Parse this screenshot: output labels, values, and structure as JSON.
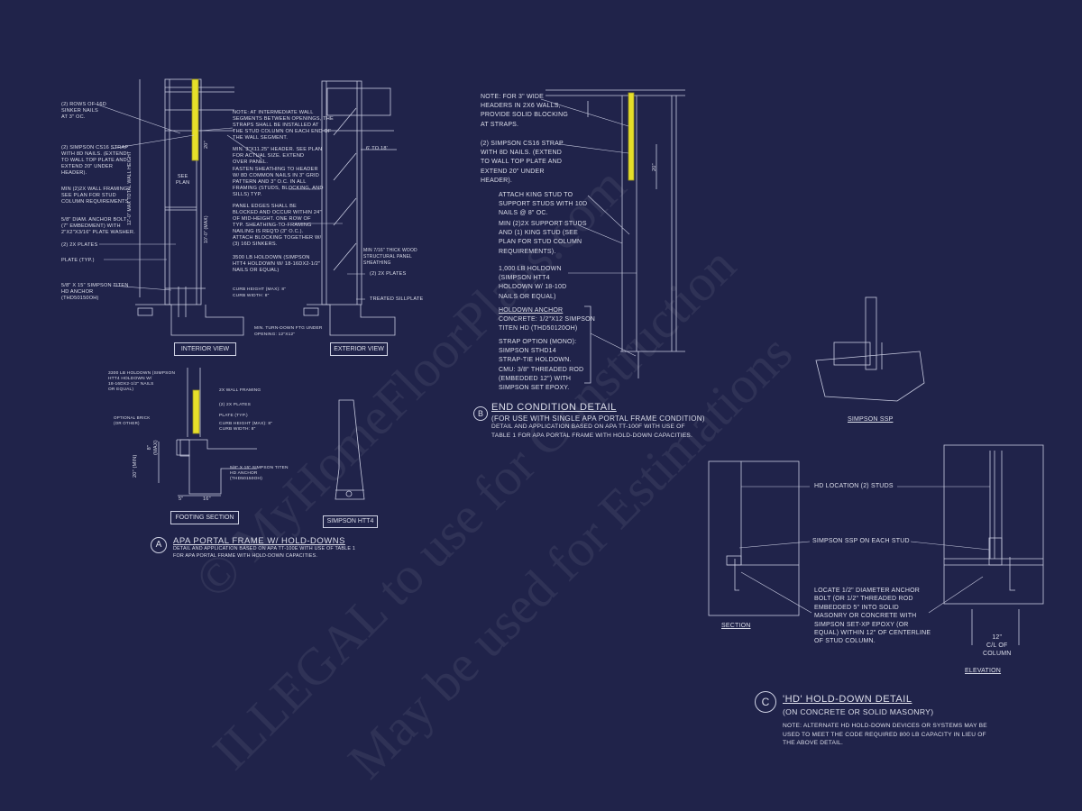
{
  "colors": {
    "background": "#20234a",
    "lines": "#c8cbe0",
    "strap": "#e6df2a"
  },
  "watermark": {
    "line1": "© MyHomeFloorPlans.com",
    "line2": "ILLEGAL to use for Construction",
    "line3": "May be used for Estimations"
  },
  "detail_a": {
    "interior": {
      "rows_nails": "(2) ROWS OF 16d\nSINKER NAILS\nAT 3\" OC.",
      "cs16": "(2) SIMPSON CS16 STRAP\nWITH 8d NAILS. (EXTEND\nTO WALL TOP PLATE AND\nEXTEND 20\" UNDER\nHEADER).",
      "min_framing": "MIN (2)2X WALL FRAMING.\nSEE PLAN FOR STUD\nCOLUMN REQUIREMENTS.",
      "anchor_bolt": "5/8\" DIAM. ANCHOR BOLT\n(7\" EMBEDMENT) WITH\n2\"x2\"x3/16\" PLATE WASHER.",
      "plates": "(2) 2x PLATES",
      "plate_typ": "PLATE (TYP.)",
      "titen": "5/8\" x 15\" SIMPSON TITEN\nHD ANCHOR\n(THD50150OH)",
      "note": "NOTE: AT INTERMEDIATE WALL\nSEGMENTS BETWEEN OPENINGS, THE\nSTRAPS SHALL BE INSTALLED AT\nTHE STUD COLUMN ON EACH END OF\nTHE WALL SEGMENT.",
      "header": "MIN. 3\"x11.25\" HEADER. SEE PLAN\nFOR ACTUAL SIZE. EXTEND\nOVER PANEL.",
      "fasten": "FASTEN SHEATHING TO HEADER\nW/ 8d COMMON NAILS IN 3\" GRID\nPATTERN AND 3\" O.C. IN ALL\nFRAMING (STUDS, BLOCKING, AND\nSILLS) TYP.",
      "panel_edges": "PANEL EDGES SHALL BE\nBLOCKED AND OCCUR WITHIN 24\"\nOF MID-HEIGHT.  ONE ROW OF\nTYP. SHEATHING-TO-FRAMING\nNAILING IS REQ'D (3\" O.C.).\nATTACH BLOCKING TOGETHER W/\n(3) 16d SINKERS.",
      "holdown": "3500 LB HOLDOWN (SIMPSON\nHTT4 HOLDOWN W/ 18-16dx2-1/2\"\nNAILS OR EQUAL)",
      "curb": "CURB HEIGHT (MAX): 8\"\nCURB WIDTH: 8\"",
      "turn_down": "MIN. TURN-DOWN FTG UNDER\nOPENING: 12\"x12\"",
      "dim_total": "12'-0\" MAX TOTAL WALL HEIGHT",
      "dim_10": "10'-0\" (MAX)",
      "dim_20": "20\"",
      "see_plan": "SEE\nPLAN",
      "label": "INTERIOR VIEW"
    },
    "exterior": {
      "range": "6' TO 18'",
      "sheathing": "MIN 7/16\" THICK WOOD\nSTRUCTURAL PANEL\nSHEATHING",
      "plates": "(2) 2x PLATES",
      "sill": "TREATED SILLPLATE",
      "label": "EXTERIOR VIEW"
    },
    "footing": {
      "holdown": "3300 LB HOLDOWN (SIMPSON\nHTT4 HOLDOWN W/\n18-16dx2-1/2\" NAILS\nOR EQUAL)",
      "framing": "2X WALL FRAMING",
      "plates": "(2) 2x PLATES",
      "plate": "PLATE (TYP.)",
      "curb": "CURB HEIGHT (MAX): 8\"\nCURB WIDTH: 8\"",
      "brick": "OPTIONAL BRICK\n(OR OTHER)",
      "titen": "5/8\" x 15\" SIMPSON TITEN\nHD ANCHOR\n(THD50150OH)",
      "dim_20": "20\" (MIN)",
      "dim_8": "8\"\n(MAX)",
      "dim_5": "5\"",
      "dim_16": "16\"",
      "label": "FOOTING SECTION"
    },
    "htt4_label": "SIMPSON HTT4",
    "marker": "A",
    "title": "APA PORTAL FRAME W/ HOLD-DOWNS",
    "description": "DETAIL AND APPLICATION BASED ON APA TT-100E WITH USE OF TABLE 1\nFOR APA PORTAL FRAME WITH HOLD-DOWN CAPACITIES."
  },
  "detail_b": {
    "note": "NOTE: FOR 3\" WIDE\nHEADERS IN 2x6 WALLS,\nPROVIDE SOLID BLOCKING\nAT STRAPS.",
    "cs16": "(2) SIMPSON CS16 STRAP\nWITH 8d NAILS. (EXTEND\nTO WALL TOP PLATE AND\nEXTEND 20\" UNDER\nHEADER).",
    "king": "ATTACH KING STUD TO\nSUPPORT STUDS WITH 10d\nNAILS @ 8\" OC.",
    "support": "MIN (2)2X SUPPORT STUDS\nAND (1) KING STUD (SEE\nPLAN FOR STUD COLUMN\nREQUIREMENTS).",
    "holdown": "1,000 LB HOLDOWN\n(SIMPSON HTT4\nHOLDOWN W/ 18-10d\nNAILS OR EQUAL)",
    "anchor_title": "HOLDOWN ANCHOR",
    "anchor": "CONCRETE: 1/2\"x12 SIMPSON\nTITEN HD (THD50120OH)",
    "strap": "STRAP OPTION (MONO):\nSIMPSON STHD14\nSTRAP-TIE HOLDOWN.",
    "cmu": "CMU: 3/8\" THREADED ROD\n(EMBEDDED 12\") WITH\nSIMPSON SET EPOXY.",
    "dim_20": "20\"",
    "marker": "B",
    "title": "END CONDITION DETAIL",
    "subtitle": "(FOR USE WITH SINGLE APA PORTAL FRAME CONDITION)",
    "description": "DETAIL AND APPLICATION BASED ON APA TT-100F WITH USE OF\nTABLE 1 FOR APA PORTAL FRAME WITH HOLD-DOWN CAPACITIES."
  },
  "ssp_label": "SIMPSON SSP",
  "detail_c": {
    "hd_location": "HD LOCATION (2) STUDS",
    "ssp_each": "SIMPSON SSP ON EACH STUD",
    "locate": "LOCATE 1/2\" DIAMETER ANCHOR\nBOLT (OR 1/2\" THREADED ROD\nEMBEDDED 5\" INTO SOLID\nMASONRY OR CONCRETE WITH\nSIMPSON SET-XP EPOXY (OR\nEQUAL) WITHIN 12\" OF CENTERLINE\nOF STUD COLUMN.",
    "dim": "12\"\nC/L OF\nCOLUMN",
    "section": "SECTION",
    "elevation": "ELEVATION",
    "marker": "C",
    "title": "'HD' HOLD-DOWN DETAIL",
    "subtitle": "(ON CONCRETE OR SOLID MASONRY)",
    "note": "NOTE: ALTERNATE HD HOLD-DOWN DEVICES OR SYSTEMS MAY BE\nUSED TO MEET THE CODE REQUIRED 800 LB CAPACITY IN LIEU OF\nTHE ABOVE DETAIL."
  }
}
